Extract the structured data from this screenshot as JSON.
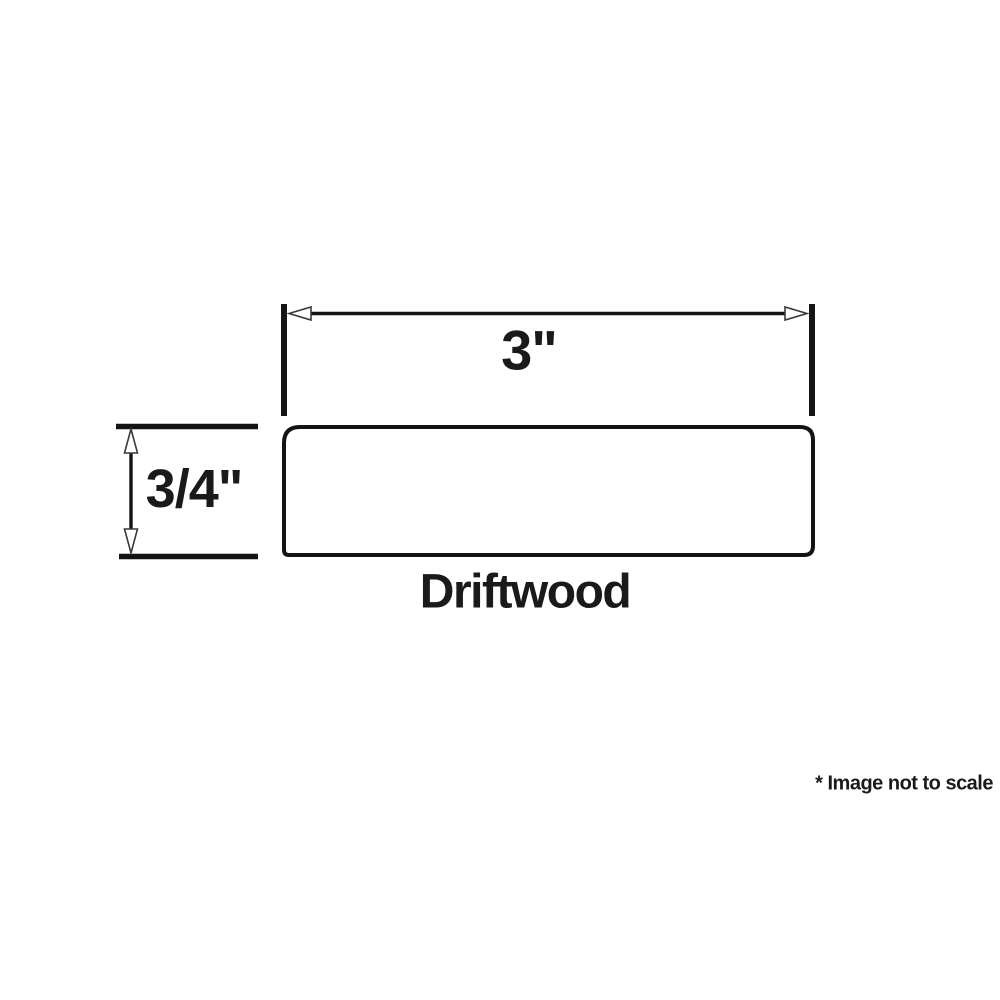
{
  "diagram": {
    "width_dimension": {
      "label": "3\""
    },
    "height_dimension": {
      "label": "3/4\""
    },
    "product_name": "Driftwood",
    "disclaimer": "* Image not to scale",
    "colors": {
      "line": "#141414",
      "arrow_outline": "#3a3a3a",
      "text": "#1a1a1a",
      "background": "#ffffff",
      "shape_fill": "#ffffff"
    }
  }
}
